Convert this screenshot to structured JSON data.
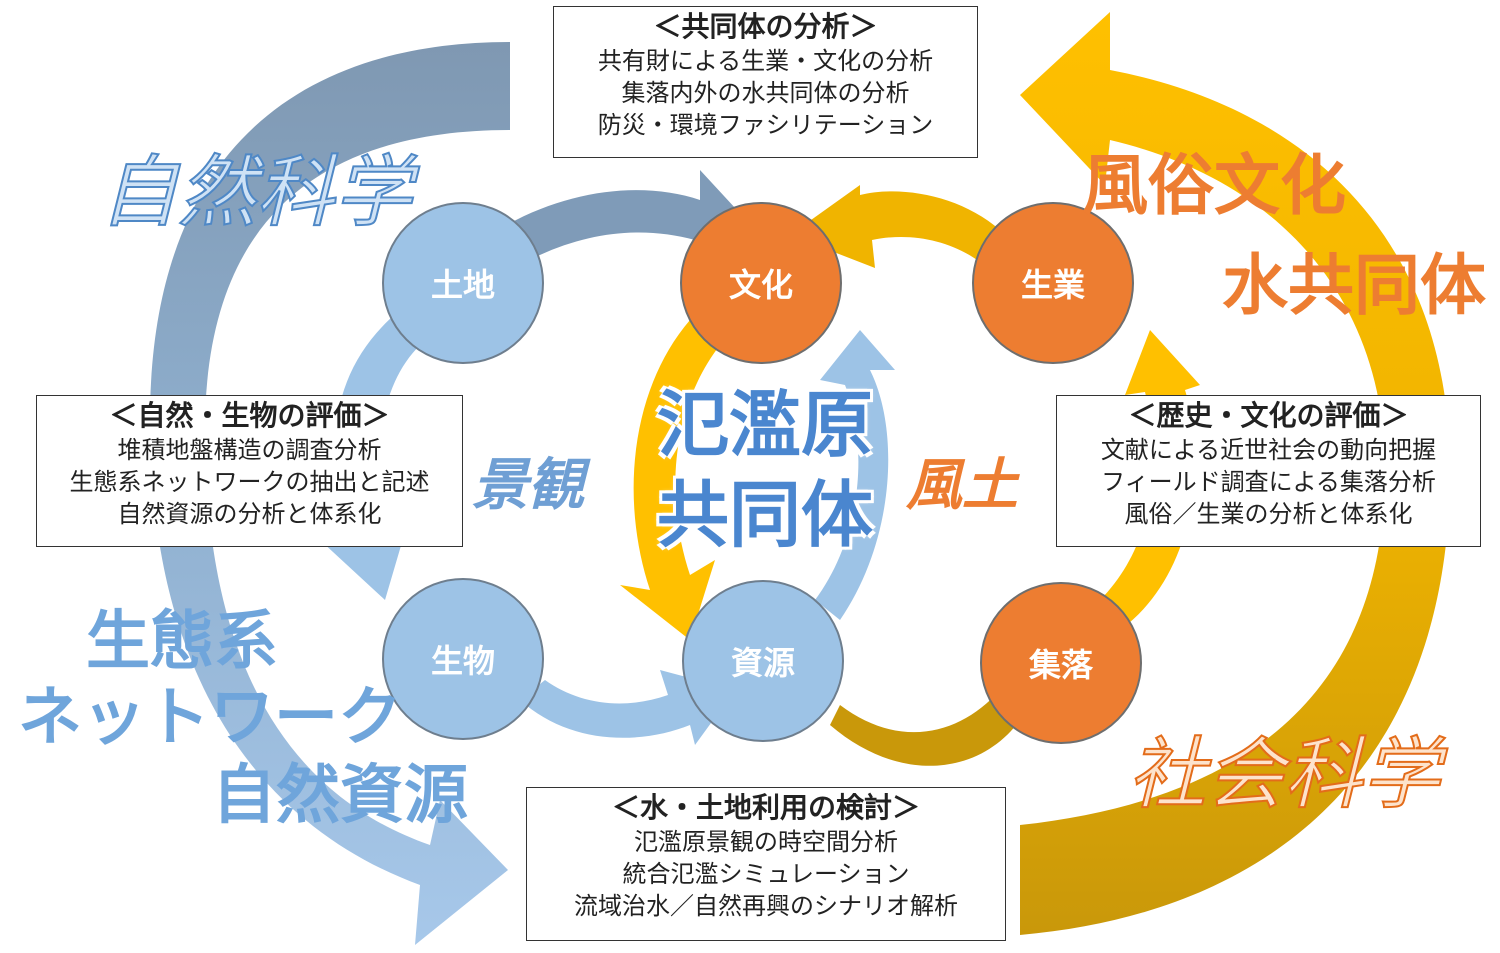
{
  "boxes": {
    "community": {
      "title": "＜共同体の分析＞",
      "lines": [
        "共有財による生業・文化の分析",
        "集落内外の水共同体の分析",
        "防災・環境ファシリテーション"
      ]
    },
    "nature": {
      "title": "＜自然・生物の評価＞",
      "lines": [
        "堆積地盤構造の調査分析",
        "生態系ネットワークの抽出と記述",
        "自然資源の分析と体系化"
      ]
    },
    "history": {
      "title": "＜歴史・文化の評価＞",
      "lines": [
        "文献による近世社会の動向把握",
        "フィールド調査による集落分析",
        "風俗／生業の分析と体系化"
      ]
    },
    "water": {
      "title": "＜水・土地利用の検討＞",
      "lines": [
        "氾濫原景観の時空間分析",
        "統合氾濫シミュレーション",
        "流域治水／自然再興のシナリオ解析"
      ]
    }
  },
  "nodes": {
    "land": "土地",
    "culture": "文化",
    "livelihood": "生業",
    "organism": "生物",
    "resource": "資源",
    "settlement": "集落"
  },
  "labels": {
    "natural_science": "自然科学",
    "social_science": "社会科学",
    "customs_culture": "風俗文化",
    "water_community": "水共同体",
    "ecosystem": "生態系",
    "network": "ネットワーク",
    "natural_resources": "自然資源",
    "landscape": "景観",
    "fudo": "風土",
    "center_line1": "氾濫原",
    "center_line2": "共同体"
  },
  "colors": {
    "blue_dark": "#7f9bb8",
    "blue_light": "#9dc3e6",
    "orange": "#ed7d31",
    "gold": "#ffc000",
    "gold_dark": "#c9980a",
    "center_text": "#4a86cf"
  }
}
